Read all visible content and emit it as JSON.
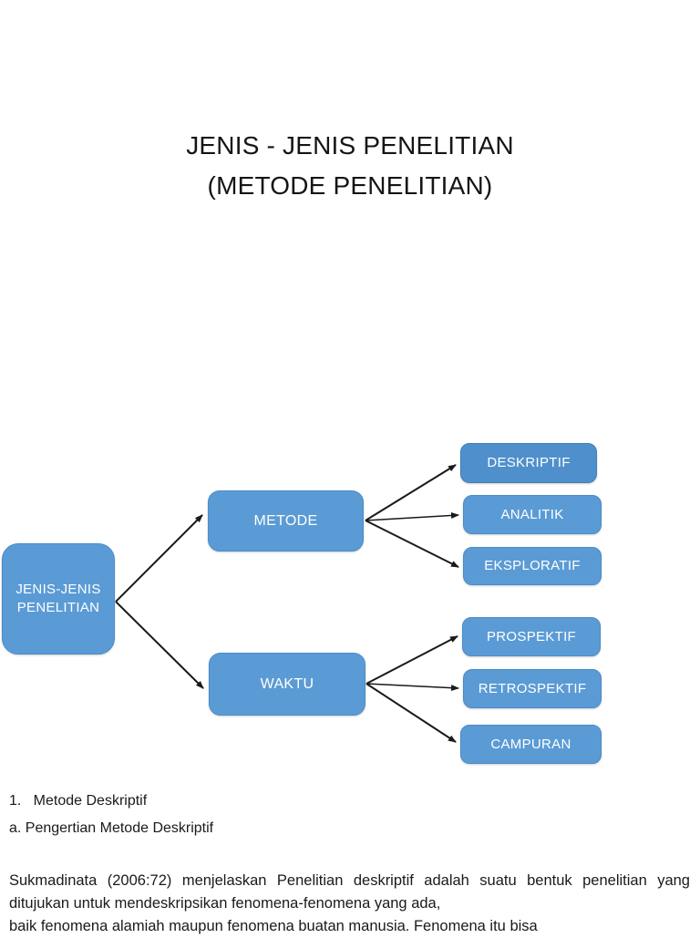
{
  "document": {
    "title_lines": [
      "JENIS - JENIS PENELITIAN",
      "(METODE PENELITIAN)"
    ]
  },
  "diagram": {
    "type": "tree",
    "accent_color": "#5b9bd5",
    "node_text_color": "#ffffff",
    "edge_color": "#1a1a1a",
    "root": {
      "label": "JENIS-JENIS PENELITIAN"
    },
    "branches": [
      {
        "label": "METODE",
        "children": [
          {
            "label": "DESKRIPTIF"
          },
          {
            "label": "ANALITIK"
          },
          {
            "label": "EKSPLORATIF"
          }
        ]
      },
      {
        "label": "WAKTU",
        "children": [
          {
            "label": "PROSPEKTIF"
          },
          {
            "label": "RETROSPEKTIF"
          },
          {
            "label": "CAMPURAN"
          }
        ]
      }
    ]
  },
  "content": {
    "list_item_number": "1.   Metode Deskriptif",
    "list_item_letter": "a. Pengertian Metode Deskriptif",
    "paragraph_lines": [
      "Sukmadinata (2006:72) menjelaskan   Penelitian deskriptif adalah suatu bentuk",
      "penelitian yang ditujukan untuk mendeskripsikan fenomena-fenomena yang ada,",
      "baik fenomena alamiah maupun fenomena buatan manusia. Fenomena itu bisa"
    ]
  }
}
